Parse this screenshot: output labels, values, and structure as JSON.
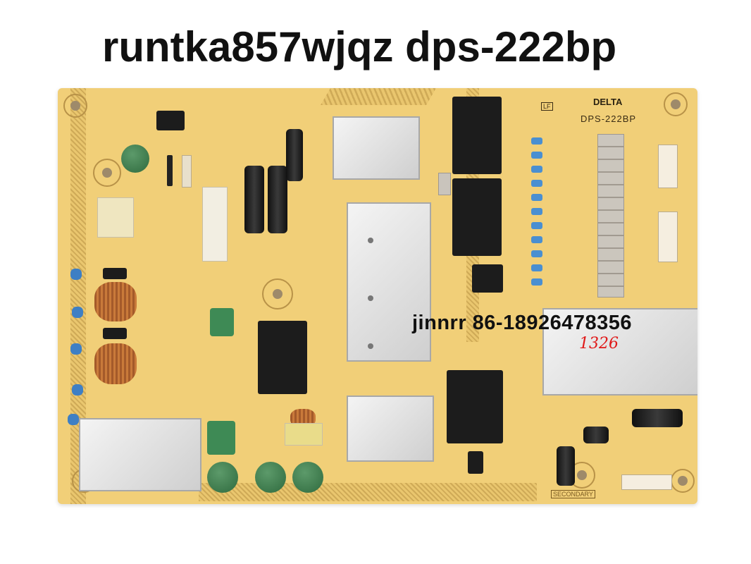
{
  "title_overlay": "runtka857wjqz dps-222bp",
  "contact_overlay": "jinnrr 86-18926478356",
  "board": {
    "brand": "DELTA",
    "model": "DPS-222BP",
    "lf_mark": "LF",
    "handwritten_note": "1326",
    "secondary_label": "SECONDARY",
    "colors": {
      "pcb": "#f1cf78",
      "trace": "#c9a451",
      "shield": "#d8d8d8",
      "transformer": "#1c1c1c",
      "capacitor_blue": "#3e7fc4",
      "varistor_green": "#3a7a4c",
      "handwriting": "#e01818"
    }
  }
}
